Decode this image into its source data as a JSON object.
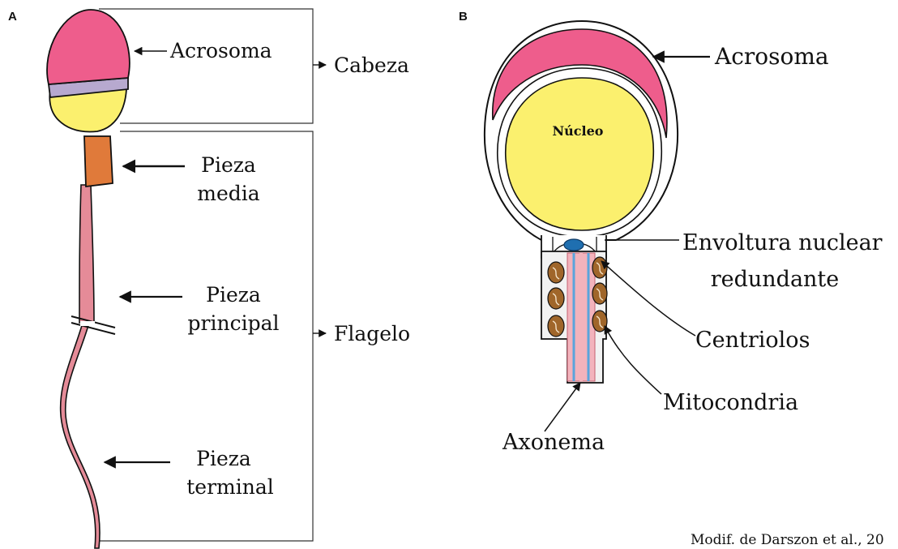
{
  "panel_a": {
    "letter": "A",
    "labels": {
      "acrosoma": "Acrosoma",
      "cabeza": "Cabeza",
      "pieza_media": [
        "Pieza",
        "media"
      ],
      "pieza_principal": [
        "Pieza",
        "principal"
      ],
      "flagelo": "Flagelo",
      "pieza_terminal": [
        "Pieza",
        "terminal"
      ]
    }
  },
  "panel_b": {
    "letter": "B",
    "labels": {
      "acrosoma": "Acrosoma",
      "nucleo": "Núcleo",
      "envoltura": [
        "Envoltura nuclear",
        "redundante"
      ],
      "centriolos": "Centriolos",
      "mitocondria": "Mitocondria",
      "axonema": "Axonema"
    }
  },
  "credit": "Modif. de Darszon et al., 20",
  "colors": {
    "acrosome_pink": "#ee5d8c",
    "band_lavender": "#b7a9cf",
    "nucleus_yellow": "#fbf06e",
    "midpiece_orange": "#e07a3a",
    "tail_pink": "#e58b98",
    "centriole_blue": "#1f6fb0",
    "mitochondria_brown": "#a0662a"
  }
}
